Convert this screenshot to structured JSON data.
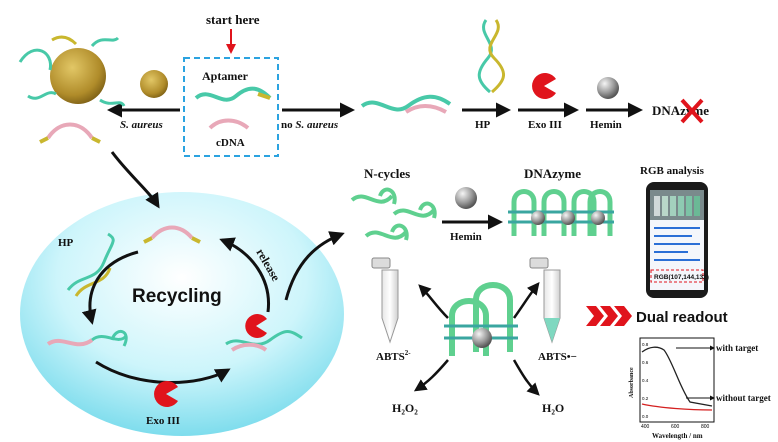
{
  "labels": {
    "start_here": "start here",
    "aptamer": "Aptamer",
    "cdna": "cDNA",
    "s_aureus_arrow": "S. aureus",
    "no_s_aureus_prefix": "no ",
    "no_s_aureus_species": "S. aureus",
    "hp_top": "HP",
    "exo_top": "Exo III",
    "hemin_top": "Hemin",
    "dnazyme_top": "DNAzyme",
    "hp_cycle": "HP",
    "recycling": "Recycling",
    "release": "release",
    "exo_cycle": "Exo III",
    "n_cycles": "N-cycles",
    "dnazyme_mid": "DNAzyme",
    "hemin_mid": "Hemin",
    "rgb_analysis": "RGB analysis",
    "rgb_value": "RGB(107,144,132)",
    "abts2": "ABTS",
    "abts2_sup": "2-",
    "abts_rad": "ABTS•−",
    "dual_readout": "Dual readout",
    "h2o2": "H₂O₂",
    "h2o": "H₂O"
  },
  "spectrum": {
    "ylabel": "Absorbance",
    "xlabel": "Wavelength / nm",
    "x_ticks": [
      "400",
      "600",
      "800"
    ],
    "y_ticks": [
      "0.8",
      "0.6",
      "0.4",
      "0.2",
      "0.0"
    ],
    "series": [
      {
        "name": "with target",
        "color": "#222222"
      },
      {
        "name": "without target",
        "color": "#d42020"
      }
    ]
  },
  "colors": {
    "aptamer": "#48c9a8",
    "aptamer_edge": "#c9b72e",
    "cdna": "#e8a8b8",
    "dnazyme": "#5fd08f",
    "pacman": "#e0141c",
    "bacterium": "#b89a2e",
    "hemin": "#9a9a9a",
    "dashed_box": "#2ba3e0",
    "dual_arrow": "#e0141c"
  }
}
